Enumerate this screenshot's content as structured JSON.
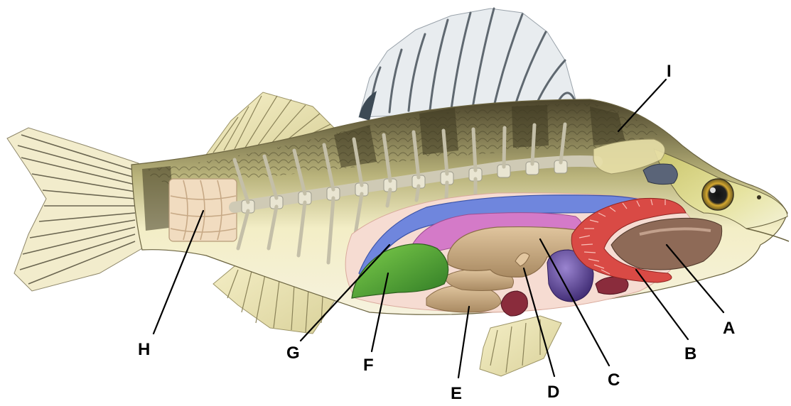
{
  "diagram": {
    "labels": {
      "A": "A",
      "B": "B",
      "C": "C",
      "D": "D",
      "E": "E",
      "F": "F",
      "G": "G",
      "H": "H",
      "I": "I"
    }
  },
  "colors": {
    "background": "#ffffff",
    "body_light": "#f3eec6",
    "body_olive": "#b8b27a",
    "body_dark": "#4a432a",
    "bone": "#e9e5d2",
    "bone_edge": "#9c9a8c",
    "fin": "#efe8b8",
    "fin_ray": "#7d7a5c",
    "spine_ray": "#5f6870",
    "body_cavity": "#f6dcd2",
    "swim_bladder_blue": "#6f86dd",
    "kidney_pink": "#d47ac8",
    "intestine_tan": "#c9a67e",
    "liver_green": "#55a83a",
    "stomach_tan": "#cdae86",
    "heart_purple": "#6a4f9a",
    "spleen_maroon": "#8a2c3c",
    "gill_red": "#d94a45",
    "mouth_brown": "#8e6a57",
    "eye_gold": "#d5a830",
    "head_yellow": "#dcd982",
    "leader_line": "#000000",
    "label_text": "#000000"
  }
}
